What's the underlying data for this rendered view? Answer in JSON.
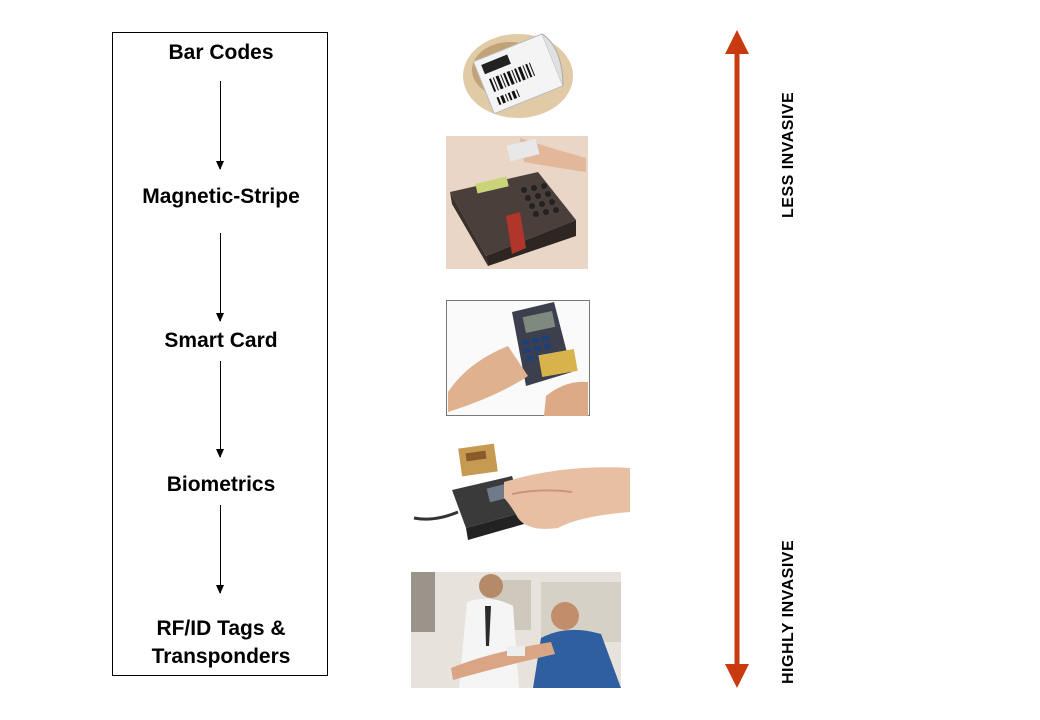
{
  "stages": [
    {
      "label": "Bar Codes"
    },
    {
      "label": "Magnetic-Stripe"
    },
    {
      "label": "Smart Card"
    },
    {
      "label": "Biometrics"
    },
    {
      "label_line1": "RF/ID Tags &",
      "label_line2": "Transponders"
    }
  ],
  "axis": {
    "top_label": "LESS INVASIVE",
    "bottom_label": "HIGHLY  INVASIVE",
    "color": "#c83a10"
  },
  "images": [
    {
      "icon": "barcode-label-icon"
    },
    {
      "icon": "magstripe-reader-icon"
    },
    {
      "icon": "smartcard-terminal-icon"
    },
    {
      "icon": "fingerprint-scanner-icon"
    },
    {
      "icon": "rfid-implant-photo-icon"
    }
  ]
}
